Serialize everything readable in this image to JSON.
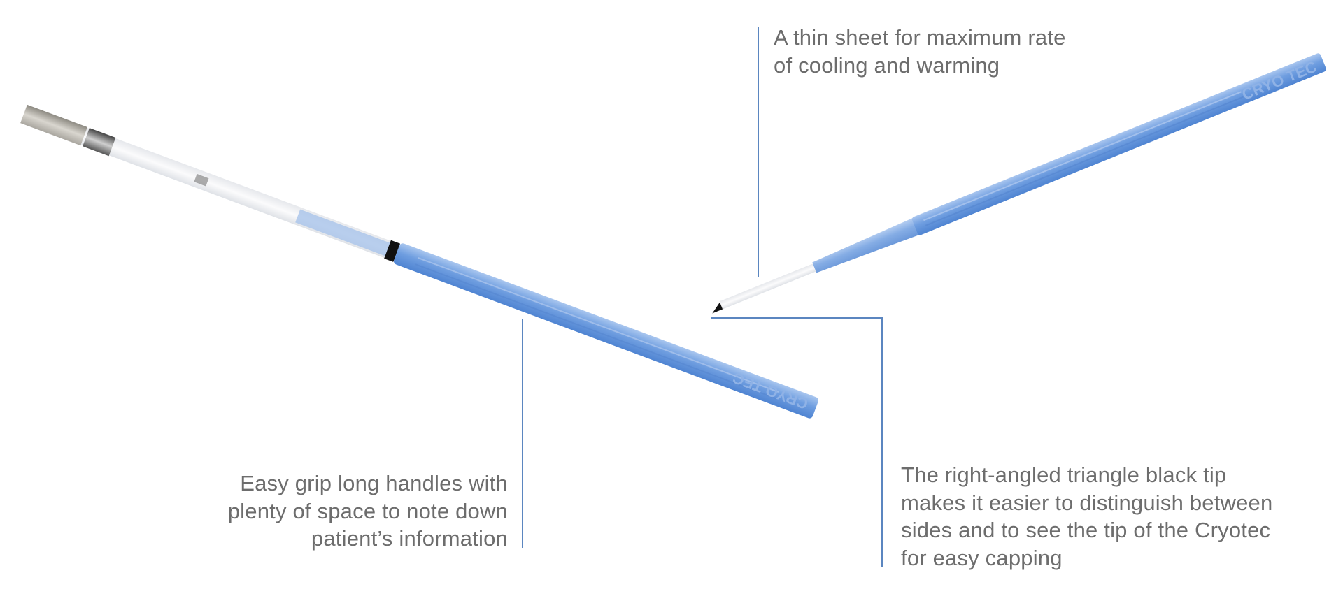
{
  "colors": {
    "leader_line": "#5b86c0",
    "text": "#6d6d6d",
    "straw_blue": "#6f9ee0",
    "tip": "#111111"
  },
  "product_mark": "CRYO TEC",
  "callouts": {
    "thin_sheet": {
      "lines": [
        "A thin sheet for maximum rate",
        "of cooling and warming"
      ]
    },
    "handle": {
      "lines": [
        "Easy grip long handles with",
        "plenty of space to note down",
        "patient’s information"
      ]
    },
    "tip": {
      "lines": [
        "The right-angled triangle black tip",
        "makes it easier to distinguish between",
        "sides and to see the tip of the Cryotec",
        "for easy capping"
      ]
    }
  }
}
